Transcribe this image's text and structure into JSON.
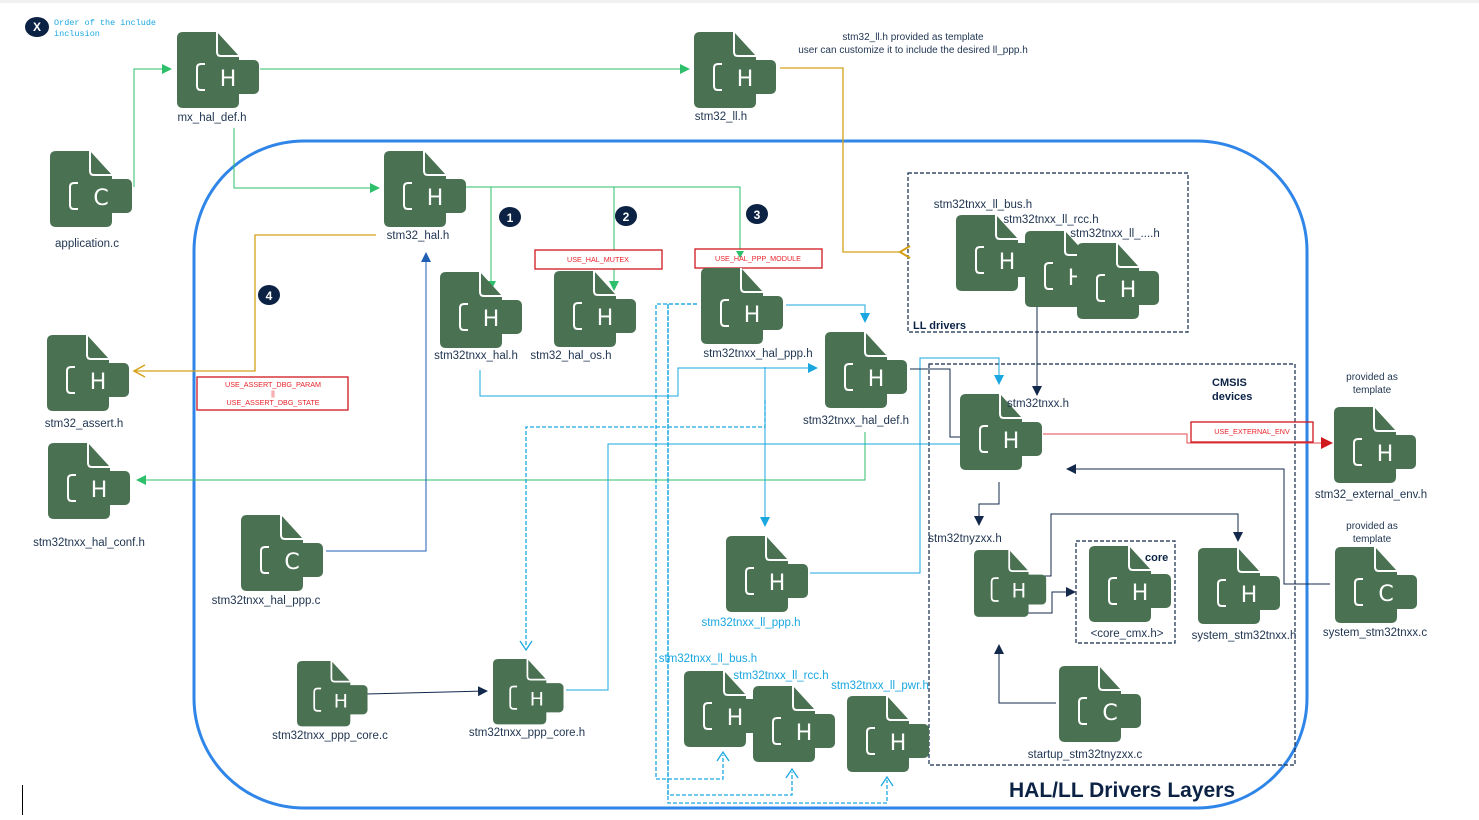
{
  "legend": {
    "badge": "X",
    "text_line1": "Order of the include",
    "text_line2": "inclusion"
  },
  "notes": {
    "ll_template_line1": "stm32_ll.h provided as template",
    "ll_template_line2": "user can customize it to include the desired ll_ppp.h",
    "external_env_line1": "provided as",
    "external_env_line2": "template",
    "system_c_line1": "provided as",
    "system_c_line2": "template"
  },
  "groups": {
    "layer_title": "HAL/LL Drivers Layers",
    "ll_drivers": "LL drivers",
    "cmsis_line1": "CMSIS",
    "cmsis_line2": "devices",
    "core": "core"
  },
  "order_badges": [
    "1",
    "2",
    "3",
    "4"
  ],
  "macros": {
    "mutex": "USE_HAL_MUTEX",
    "ppp_module": "USE_HAL_PPP_MODULE",
    "assert_line1": "USE_ASSERT_DBG_PARAM",
    "assert_line2": "||",
    "assert_line3": "USE_ASSERT_DBG_STATE",
    "external_env": "USE_EXTERNAL_ENV"
  },
  "files": {
    "mx_hal_def_h": {
      "name": "mx_hal_def.h",
      "type": "H"
    },
    "stm32_ll_h": {
      "name": "stm32_ll.h",
      "type": "H"
    },
    "application_c": {
      "name": "application.c",
      "type": "C"
    },
    "stm32_hal_h": {
      "name": "stm32_hal.h",
      "type": "H"
    },
    "stm32tnxx_hal_h": {
      "name": "stm32tnxx_hal.h",
      "type": "H"
    },
    "stm32_hal_os_h": {
      "name": "stm32_hal_os.h",
      "type": "H"
    },
    "stm32tnxx_hal_ppp_h": {
      "name": "stm32tnxx_hal_ppp.h",
      "type": "H"
    },
    "stm32tnxx_hal_def_h": {
      "name": "stm32tnxx_hal_def.h",
      "type": "H"
    },
    "stm32_assert_h": {
      "name": "stm32_assert.h",
      "type": "H"
    },
    "stm32tnxx_hal_conf_h": {
      "name": "stm32tnxx_hal_conf.h",
      "type": "H"
    },
    "stm32tnxx_hal_ppp_c": {
      "name": "stm32tnxx_hal_ppp.c",
      "type": "C"
    },
    "stm32tnxx_ppp_core_c": {
      "name": "stm32tnxx_ppp_core.c",
      "type": "H"
    },
    "stm32tnxx_ppp_core_h": {
      "name": "stm32tnxx_ppp_core.h",
      "type": "H"
    },
    "stm32tnxx_ll_ppp_h": {
      "name": "stm32tnxx_ll_ppp.h",
      "type": "H"
    },
    "stm32tnxx_ll_bus_h_inner": {
      "name": "stm32tnxx_ll_bus.h",
      "type": "H"
    },
    "stm32tnxx_ll_rcc_h_inner": {
      "name": "stm32tnxx_ll_rcc.h",
      "type": "H"
    },
    "stm32tnxx_ll_pwr_h": {
      "name": "stm32tnxx_ll_pwr.h",
      "type": "H"
    },
    "ll_bus_h": {
      "name": "stm32tnxx_ll_bus.h",
      "type": "H"
    },
    "ll_rcc_h": {
      "name": "stm32tnxx_ll_rcc.h",
      "type": "H"
    },
    "ll_other_h": {
      "name": "stm32tnxx_ll_....h",
      "type": "H"
    },
    "stm32tnxx_h": {
      "name": "stm32tnxx.h",
      "type": "H"
    },
    "stm32tnyzxx_h": {
      "name": "stm32tnyzxx.h",
      "type": "H"
    },
    "core_cmx_h": {
      "name": "<core_cmx.h>",
      "type": "H"
    },
    "system_stm32tnxx_h": {
      "name": "system_stm32tnxx.h",
      "type": "H"
    },
    "startup_stm32tnyzxx_c": {
      "name": "startup_stm32tnyzxx.c",
      "type": "C"
    },
    "stm32_external_env_h": {
      "name": "stm32_external_env.h",
      "type": "H"
    },
    "system_stm32tnxx_c": {
      "name": "system_stm32tnxx.c",
      "type": "C"
    }
  },
  "colors": {
    "file_icon": "#4a7152",
    "include_green": "#2dbf6a",
    "assert_gold": "#d4a017",
    "hal_cyan": "#1aa7e0",
    "cmsis_navy": "#13294b",
    "macro_red": "#d0181f",
    "layer_blue": "#2f86e8"
  }
}
